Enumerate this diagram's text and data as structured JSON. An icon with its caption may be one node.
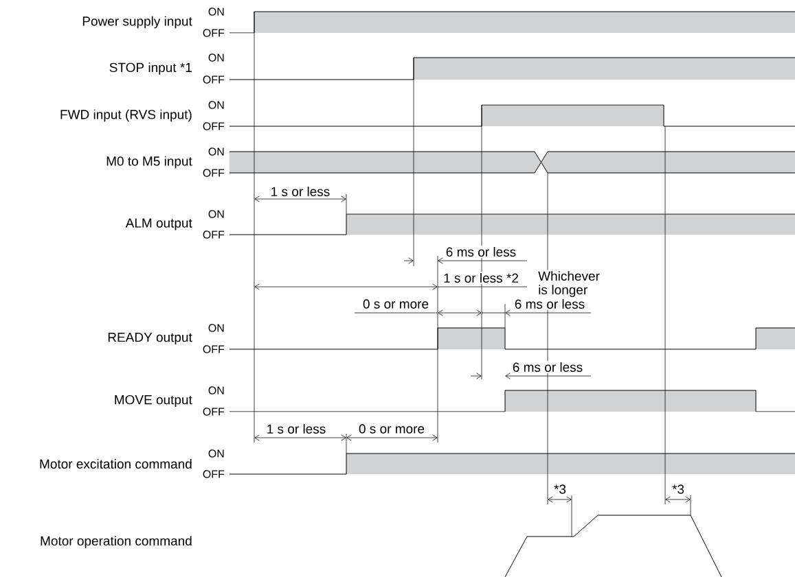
{
  "diagram": {
    "labels": [
      "Power supply input",
      "ON",
      "OFF",
      "STOP input *1",
      "ON",
      "OFF",
      "FWD input (RVS input)",
      "ON",
      "OFF",
      "M0 to M5 input",
      "ON",
      "OFF",
      "1 s or less",
      "ALM output",
      "ON",
      "OFF",
      "6 ms or less",
      "Whichever is longer",
      "1 s or less *2",
      "0 s or more",
      "6 ms or less",
      "READY output",
      "ON",
      "OFF",
      "6 ms or less",
      "MOVE output",
      "ON",
      "OFF",
      "1 s or less",
      "0 s or more",
      "Motor excitation command",
      "ON",
      "OFF",
      "*3",
      "*3",
      "Motor operation command"
    ]
  }
}
